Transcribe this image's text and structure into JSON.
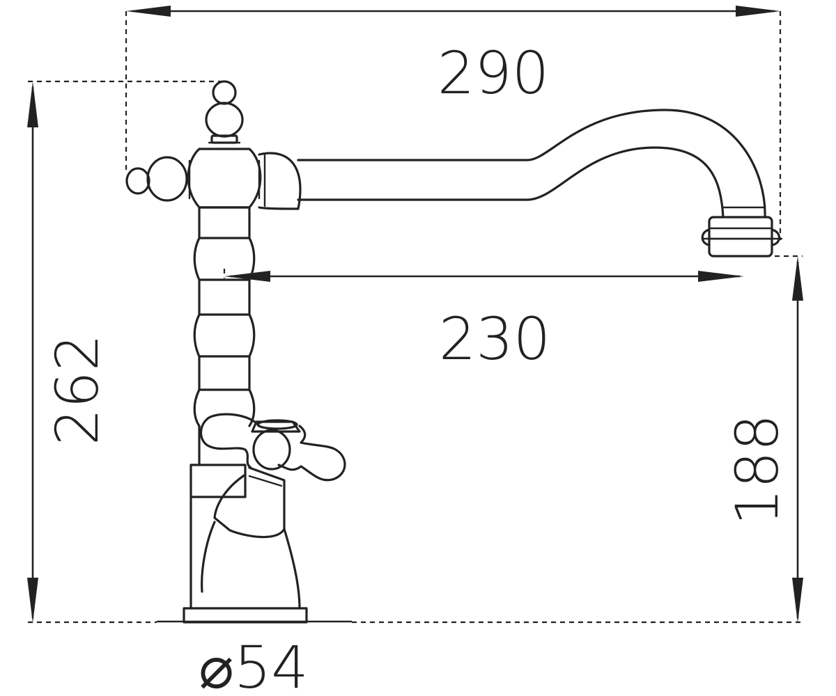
{
  "dimensions": {
    "overall_length": "290",
    "spout_reach": "230",
    "total_height": "262",
    "spout_height": "188",
    "base_diameter": "⌀54"
  },
  "colors": {
    "line": "#222222",
    "background": "#ffffff"
  }
}
